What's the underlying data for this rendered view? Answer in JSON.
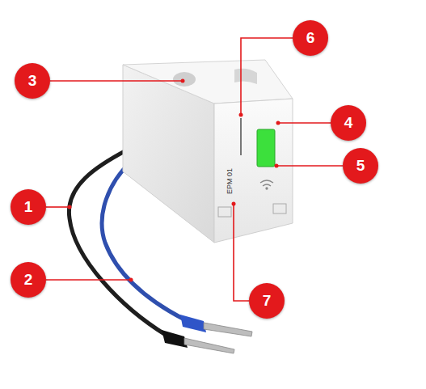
{
  "diagram": {
    "labels": [
      "3",
      "6",
      "4",
      "5",
      "1",
      "2",
      "7",
      "EPM 01"
    ]
  }
}
